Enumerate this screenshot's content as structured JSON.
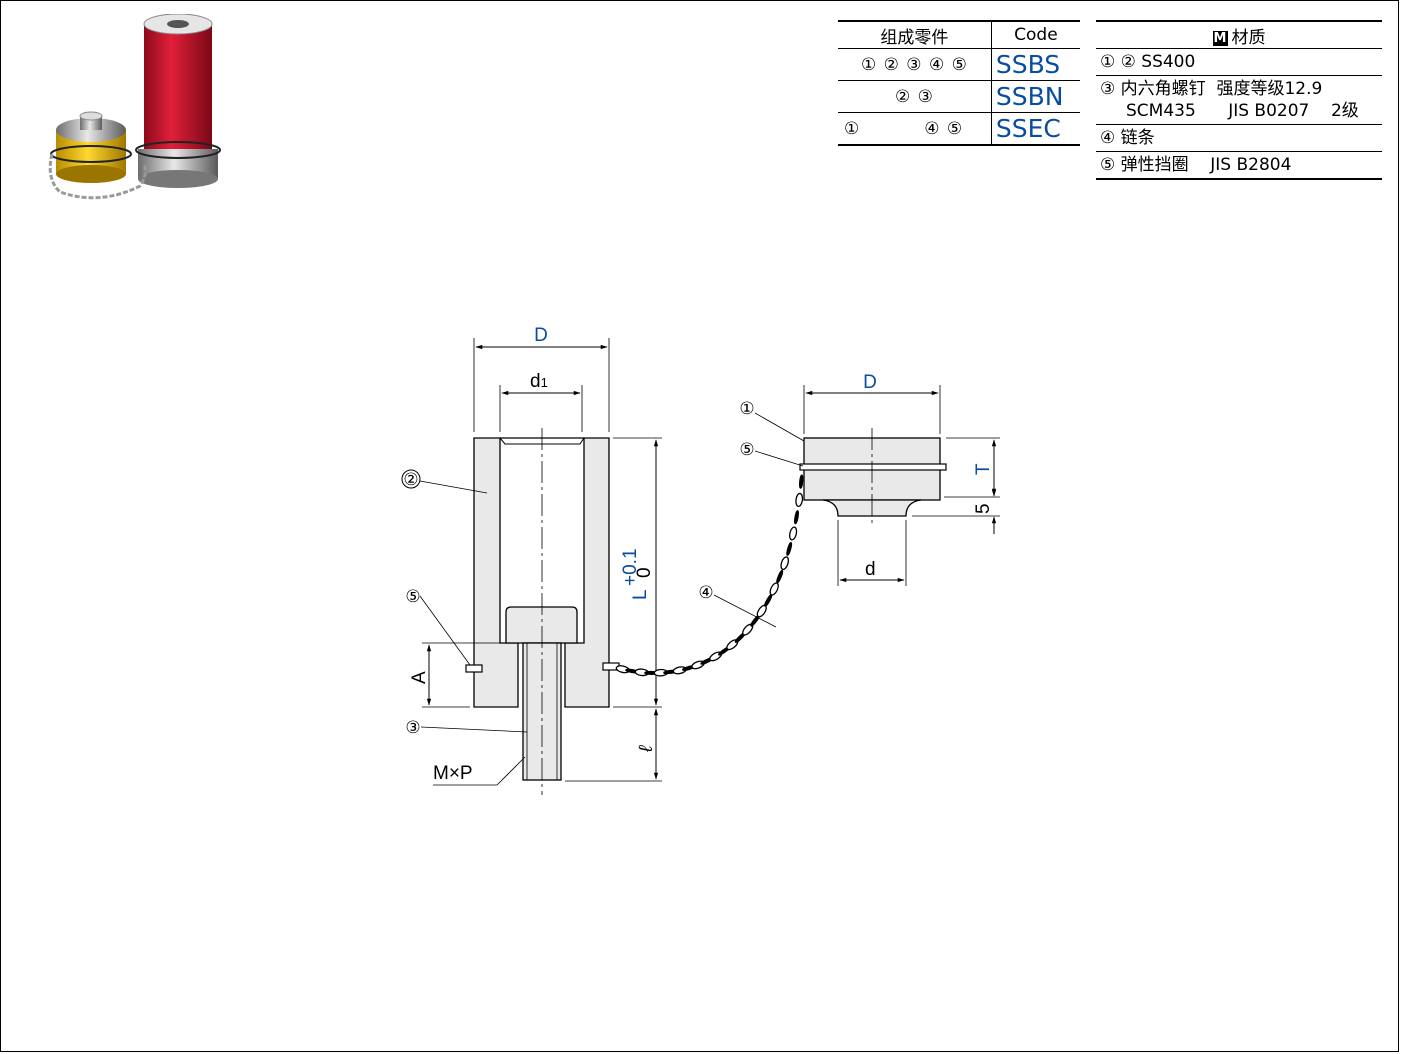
{
  "parts_table": {
    "headers": {
      "parts": "组成零件",
      "code": "Code"
    },
    "rows": [
      {
        "parts": "① ② ③ ④ ⑤",
        "code": "SSBS"
      },
      {
        "parts": "② ③",
        "code": "SSBN"
      },
      {
        "parts": "①          ④ ⑤",
        "code": "SSEC"
      }
    ]
  },
  "material_table": {
    "badge": "M",
    "header": "材质",
    "rows": [
      {
        "line1": "① ② SS400",
        "line2": ""
      },
      {
        "line1": "③ 内六角螺钉  强度等级12.9",
        "line2": "SCM435      JIS B0207    2级"
      },
      {
        "line1": "④ 链条",
        "line2": ""
      },
      {
        "line1": "⑤ 弹性挡圈    JIS B2804",
        "line2": ""
      }
    ]
  },
  "drawing": {
    "labels": {
      "D_left": "D",
      "d1": "d",
      "d1_sub": "1",
      "L": "L",
      "L_tol_upper": "+0.1",
      "L_tol_lower": "0",
      "A": "A",
      "ell": "ℓ",
      "MxP": "M×P",
      "D_right": "D",
      "T": "T",
      "five": "5",
      "d": "d"
    },
    "callouts": {
      "c1": "①",
      "c2": "②",
      "c3": "③",
      "c4": "④",
      "c5_left": "⑤",
      "c5_right": "⑤"
    },
    "colors": {
      "dimension_accent": "#0a4c9e",
      "body_fill": "#e9e9e9",
      "red_body": "#c8102e",
      "yellow_cap": "#f5c400"
    }
  }
}
